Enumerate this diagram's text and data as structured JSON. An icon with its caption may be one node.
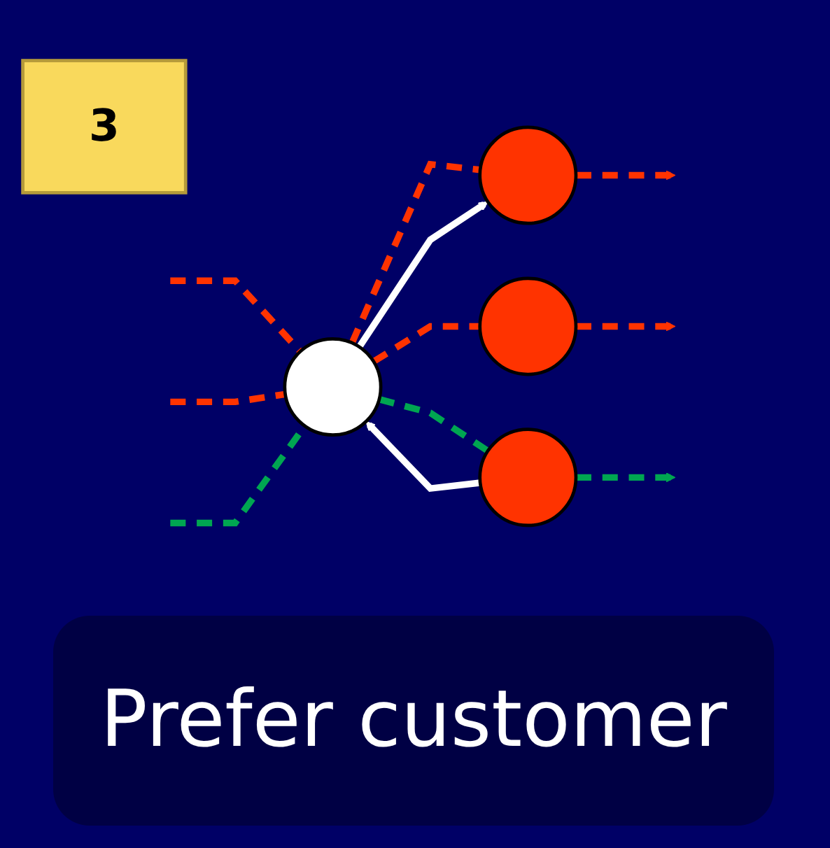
{
  "diagram": {
    "caption": "Prefer customer",
    "nodes": [
      {
        "text": [
          "3"
        ]
      },
      {
        "text": [],
        "shape": "circle"
      },
      {
        "text": [],
        "shape": "circle"
      },
      {
        "text": [],
        "shape": "circle"
      },
      {
        "text": [],
        "shape": "circle"
      }
    ],
    "edges": [
      {
        "from": null,
        "to": 1,
        "arrow": "none",
        "style": "dashed"
      },
      {
        "from": null,
        "to": 1,
        "arrow": "none",
        "style": "dashed"
      },
      {
        "from": null,
        "to": 1,
        "arrow": "none",
        "style": "dashed",
        "color": "#00a651"
      },
      {
        "from": 1,
        "to": 2,
        "arrow": "none",
        "style": "dashed"
      },
      {
        "from": 2,
        "to": null,
        "arrow": "to",
        "style": "dashed"
      },
      {
        "from": 1,
        "to": 3,
        "arrow": "none",
        "style": "dashed"
      },
      {
        "from": 3,
        "to": null,
        "arrow": "to",
        "style": "dashed"
      },
      {
        "from": 1,
        "to": 4,
        "arrow": "none",
        "style": "dashed",
        "color": "#00a651"
      },
      {
        "from": 4,
        "to": null,
        "arrow": "to",
        "style": "dashed",
        "color": "#00a651"
      },
      {
        "from": 1,
        "to": 2,
        "arrow": "to",
        "color": "#ffffff"
      },
      {
        "from": 4,
        "to": 1,
        "arrow": "to",
        "color": "#ffffff"
      }
    ]
  }
}
